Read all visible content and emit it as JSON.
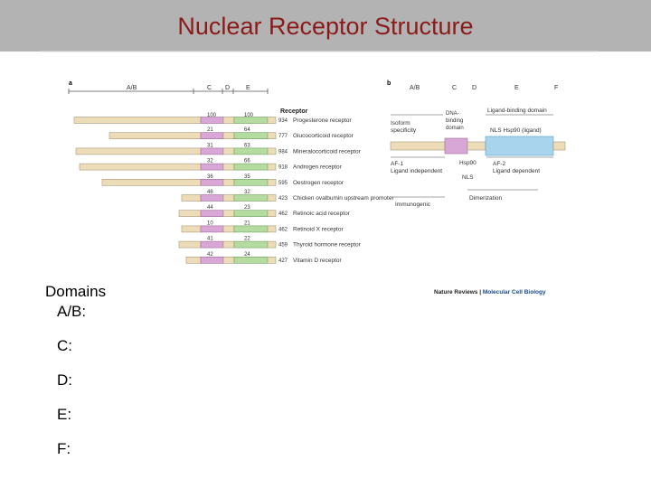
{
  "title": "Nuclear Receptor Structure",
  "panel_a": {
    "label": "a",
    "header": [
      "A/B",
      "C",
      "D",
      "E"
    ],
    "column_title": "Receptor",
    "col_c_top": "100",
    "col_e_top": "100",
    "receptors": [
      {
        "c": "",
        "e": "",
        "len": "934",
        "name": "Progesterone receptor"
      },
      {
        "c": "21",
        "e": "64",
        "len": "777",
        "name": "Glucocorticoid receptor"
      },
      {
        "c": "31",
        "e": "63",
        "len": "984",
        "name": "Mineralocorticoid receptor"
      },
      {
        "c": "32",
        "e": "66",
        "len": "918",
        "name": "Androgen receptor"
      },
      {
        "c": "36",
        "e": "35",
        "len": "595",
        "name": "Oestrogen receptor"
      },
      {
        "c": "46",
        "e": "32",
        "len": "423",
        "name": "Chicken ovalbumin upstream promoter"
      },
      {
        "c": "44",
        "e": "23",
        "len": "462",
        "name": "Retinoic acid receptor"
      },
      {
        "c": "10",
        "e": "21",
        "len": "462",
        "name": "Retinoid X receptor"
      },
      {
        "c": "41",
        "e": "22",
        "len": "459",
        "name": "Thyroid hormone receptor"
      },
      {
        "c": "42",
        "e": "24",
        "len": "427",
        "name": "Vitamin D receptor"
      }
    ]
  },
  "panel_b": {
    "label": "b",
    "header": [
      "A/B",
      "C",
      "D",
      "E",
      "F"
    ],
    "isoform": [
      "Isoform",
      "specificity"
    ],
    "dna_binding": [
      "DNA-",
      "binding",
      "domain"
    ],
    "ligand_binding": "Ligand-binding domain",
    "nls_hsp": "NLS Hsp90 (ligand)",
    "af1": [
      "AF-1",
      "Ligand independent"
    ],
    "hsp90": "Hsp90",
    "nls": "NLS",
    "af2": [
      "AF-2",
      "Ligand dependent"
    ],
    "immunogenic": "Immunogenic",
    "dimerization": "Dimerization"
  },
  "credit": {
    "journal": "Nature Reviews",
    "section": "Molecular Cell Biology"
  },
  "domains": {
    "heading": "Domains",
    "items": [
      "A/B:",
      "C:",
      "D:",
      "E:",
      "F:"
    ]
  },
  "colors": {
    "ab": "#ecdcb8",
    "c": "#d9a7d6",
    "e": "#b5dca0",
    "ligand": "#a8d4ee",
    "title": "#8b1a1a"
  }
}
